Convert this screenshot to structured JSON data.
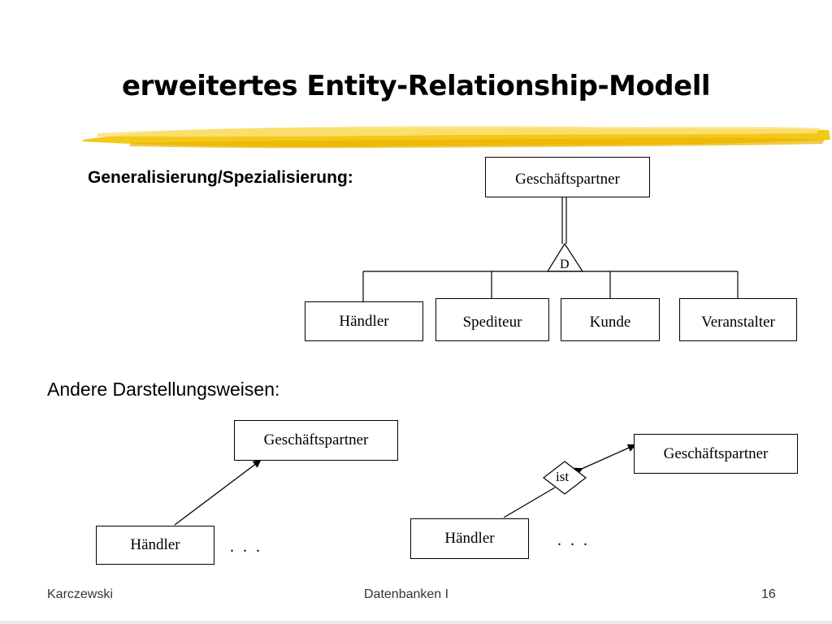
{
  "slide": {
    "title": "erweitertes Entity-Relationship-Modell",
    "subtitle": "Generalisierung/Spezialisierung:",
    "section2_heading": "Andere Darstellungsweisen:"
  },
  "diagram_top": {
    "parent": "Geschäftspartner",
    "disjoint_marker": "D",
    "children": [
      "Händler",
      "Spediteur",
      "Kunde",
      "Veranstalter"
    ]
  },
  "diagram_left": {
    "parent": "Geschäftspartner",
    "child": "Händler",
    "ellipsis": ". . ."
  },
  "diagram_right": {
    "parent": "Geschäftspartner",
    "relation": "ist",
    "child": "Händler",
    "ellipsis": ". . ."
  },
  "footer": {
    "author": "Karczewski",
    "course": "Datenbanken I",
    "page": "16"
  },
  "colors": {
    "brush": "#f2c200",
    "brush_light": "#fbe27a"
  }
}
